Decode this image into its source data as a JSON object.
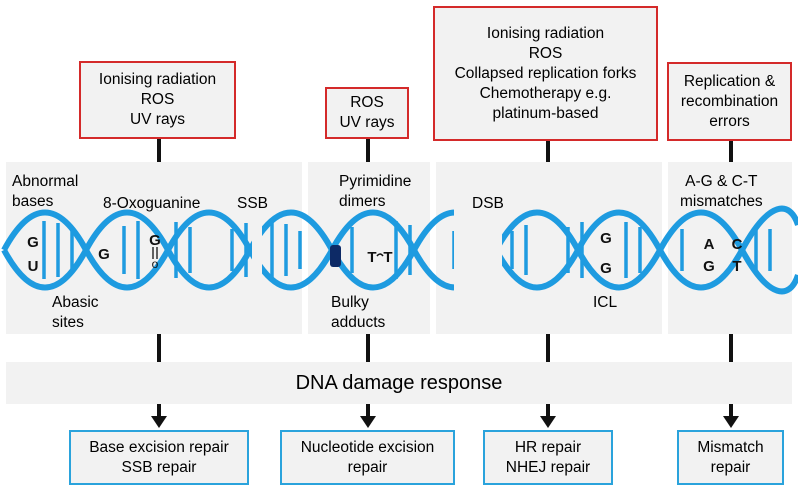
{
  "causes": [
    {
      "lines": [
        "Ionising radiation",
        "ROS",
        "UV rays"
      ]
    },
    {
      "lines": [
        "ROS",
        "UV rays"
      ]
    },
    {
      "lines": [
        "Ionising radiation",
        "ROS",
        "Collapsed replication forks",
        "Chemotherapy e.g.",
        "platinum-based"
      ]
    },
    {
      "lines": [
        "Replication &",
        "recombination",
        "errors"
      ]
    }
  ],
  "lesion_labels": {
    "abnormal_bases": [
      "Abnormal",
      "bases"
    ],
    "oxoguanine": "8-Oxoguanine",
    "ssb": "SSB",
    "abasic_sites": [
      "Abasic",
      "sites"
    ],
    "pyrimidine_dimers": [
      "Pyrimidine",
      "dimers"
    ],
    "bulky_adducts": [
      "Bulky",
      "adducts"
    ],
    "dsb": "DSB",
    "icl": "ICL",
    "mismatches": [
      "A-G & C-T",
      "mismatches"
    ]
  },
  "base_letters": {
    "g1": "G",
    "u1": "U",
    "g2": "G",
    "g3": "G",
    "o3": "o",
    "t1": "T",
    "t2": "T",
    "g4": "G",
    "g5": "G",
    "a1": "A",
    "g6": "G",
    "c1": "C",
    "t3": "T"
  },
  "ddr_label": "DNA damage response",
  "repairs": [
    {
      "lines": [
        "Base excision repair",
        "SSB repair"
      ]
    },
    {
      "lines": [
        "Nucleotide excision",
        "repair"
      ]
    },
    {
      "lines": [
        "HR repair",
        "NHEJ repair"
      ]
    },
    {
      "lines": [
        "Mismatch",
        "repair"
      ]
    }
  ],
  "colors": {
    "cause_border": "#d42a2a",
    "repair_border": "#2aa3dc",
    "helix": "#1e9be0",
    "adduct": "#0d2a66"
  }
}
